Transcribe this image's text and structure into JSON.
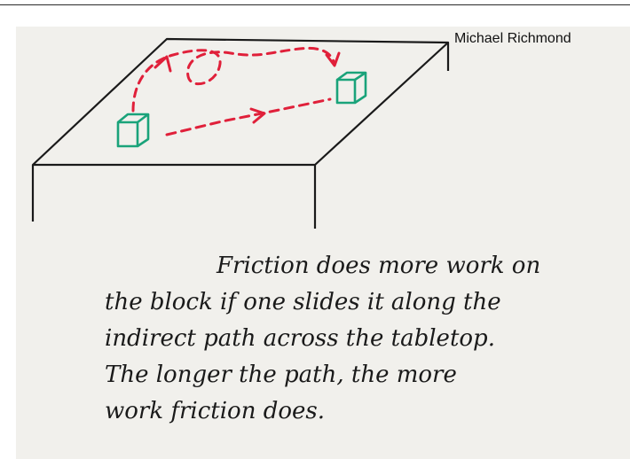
{
  "credit": "Michael Richmond",
  "caption": {
    "lines": [
      "Friction does more work on",
      "the block if one slides it along the",
      "indirect path across the tabletop.",
      "The longer the path, the more",
      "work friction does."
    ]
  },
  "colors": {
    "ink": "#1a1a1a",
    "path": "#e0203a",
    "block": "#1aa37a",
    "paper": "#f1f0ec"
  }
}
